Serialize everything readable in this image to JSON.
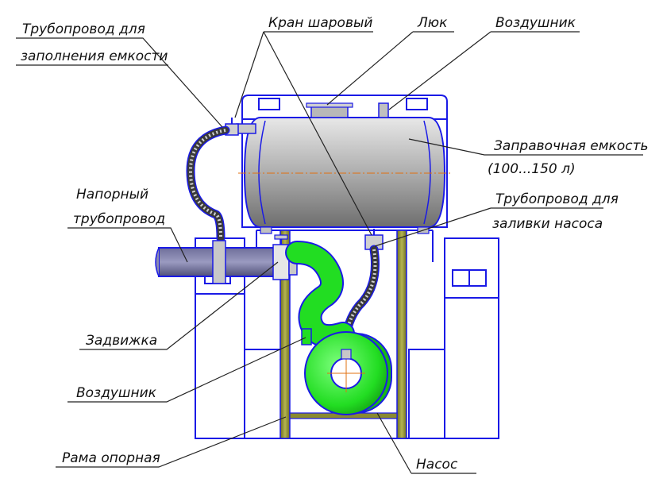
{
  "labels": {
    "fill_pipe_line1": "Трубопровод для",
    "fill_pipe_line2": "заполнения емкости",
    "ball_valve": "Кран шаровый",
    "hatch": "Люк",
    "air_vent_top": "Воздушник",
    "tank_line1": "Заправочная емкость",
    "tank_line2": "(100...150 л)",
    "pump_pipe_line1": "Трубопровод для",
    "pump_pipe_line2": "заливки насоса",
    "pressure_line1": "Напорный",
    "pressure_line2": "трубопровод",
    "gate_valve": "Задвижка",
    "air_vent_bottom": "Воздушник",
    "frame": "Рама опорная",
    "pump": "Насос"
  },
  "colors": {
    "outline": "#1a1ae6",
    "pump_green": "#22dd22",
    "pump_green_dark": "#0a8a0a",
    "frame_olive": "#8a8a30",
    "tank_gray": "#9a9a9a",
    "hose_dark": "#333333",
    "leader": "#222222",
    "centerline": "#e07010"
  }
}
